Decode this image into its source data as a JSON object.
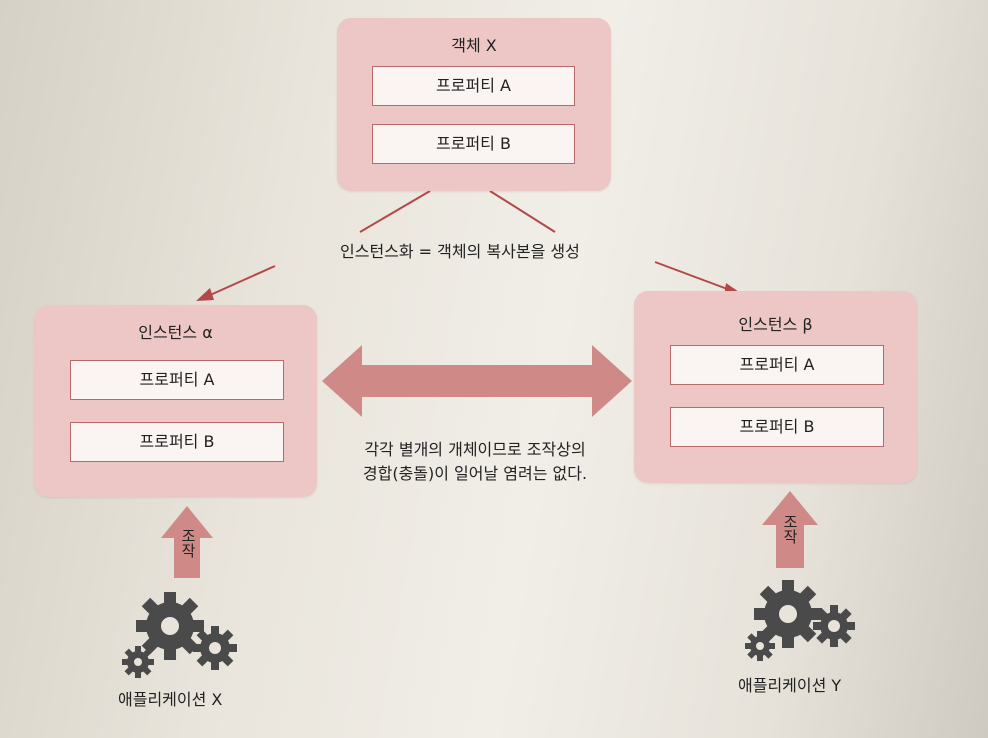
{
  "object": {
    "title": "객체 X",
    "properties": [
      "프로퍼티 A",
      "프로퍼티 B"
    ]
  },
  "instantiation_label": "인스턴스화 = 객체의 복사본을 생성",
  "instance_alpha": {
    "title": "인스턴스 α",
    "properties": [
      "프로퍼티 A",
      "프로퍼티 B"
    ]
  },
  "instance_beta": {
    "title": "인스턴스 β",
    "properties": [
      "프로퍼티 A",
      "프로퍼티 B"
    ]
  },
  "note": {
    "line1": "각각 별개의 개체이므로 조작상의",
    "line2": "경합(충돌)이 일어날 염려는 없다."
  },
  "operate_label": "조작",
  "app_x": "애플리케이션 X",
  "app_y": "애플리케이션 Y",
  "colors": {
    "card": "#ecc7c5",
    "border": "#b86a6a",
    "arrow": "#cf8a87",
    "gear": "#4a4a4a"
  }
}
